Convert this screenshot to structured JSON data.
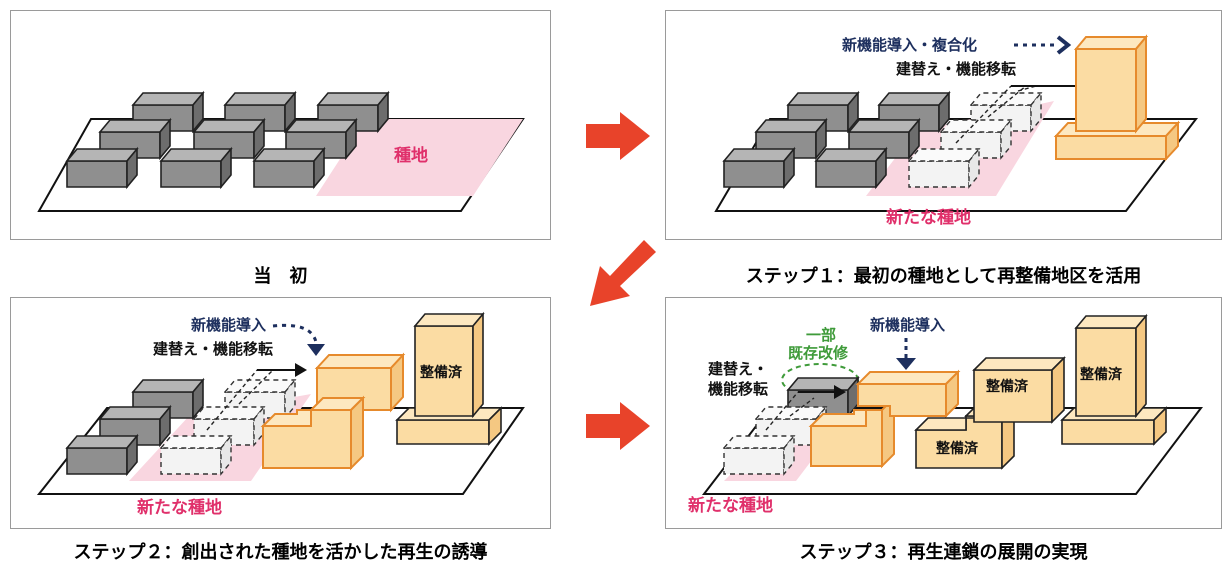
{
  "colors": {
    "gray_box": "#9d9d9d",
    "orange_box": "#fbdca3",
    "orange_edge": "#e68a2c",
    "pink_area": "#f9d6e0",
    "arrow_red": "#e8432a",
    "navy": "#1d2f5e",
    "green": "#3f9b3a"
  },
  "panels": [
    {
      "caption": "当　初",
      "labels": {
        "seed": "種地"
      }
    },
    {
      "caption": "ステップ１：最初の種地として再整備地区を活用",
      "labels": {
        "new_function": "新機能導入・複合化",
        "rebuild": "建替え・機能移転",
        "seed": "新たな種地"
      }
    },
    {
      "caption": "ステップ２：創出された種地を活かした再生の誘導",
      "labels": {
        "new_function": "新機能導入",
        "rebuild": "建替え・機能移転",
        "developed": "整備済",
        "seed": "新たな種地"
      }
    },
    {
      "caption": "ステップ３：再生連鎖の展開の実現",
      "labels": {
        "new_function": "新機能導入",
        "partial_1": "一部",
        "partial_2": "既存改修",
        "rebuild_1": "建替え・",
        "rebuild_2": "機能移転",
        "developed_a": "整備済",
        "developed_b": "整備済",
        "developed_c": "整備済",
        "seed": "新たな種地"
      }
    }
  ],
  "arrows": [
    "right-arrow-top",
    "down-left-arrow",
    "right-arrow-bottom"
  ]
}
